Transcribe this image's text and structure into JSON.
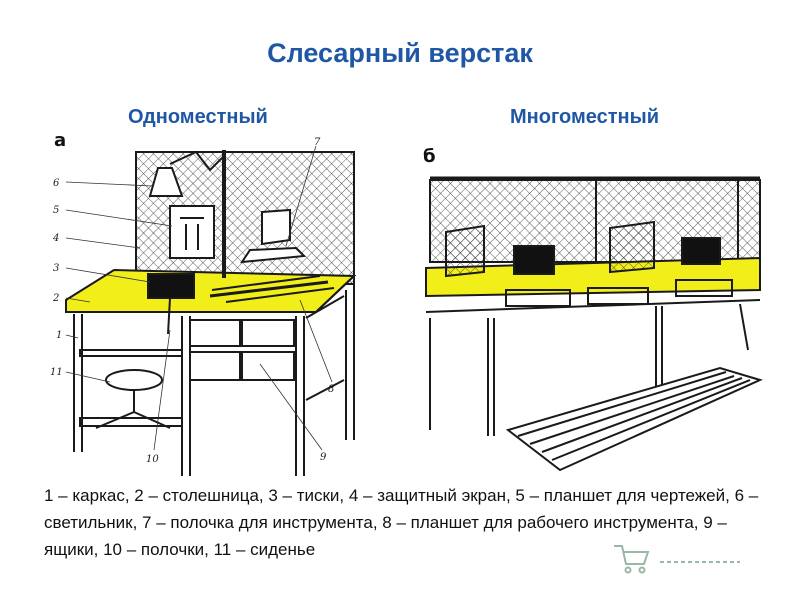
{
  "title": "Слесарный верстак",
  "left_panel": {
    "heading": "Одноместный",
    "letter": "а"
  },
  "right_panel": {
    "heading": "Многоместный",
    "letter": "б"
  },
  "callouts": [
    "1",
    "2",
    "3",
    "4",
    "5",
    "6",
    "7",
    "8",
    "9",
    "10",
    "11"
  ],
  "caption": "1 – каркас, 2 – столешница, 3 – тиски, 4 – защитный экран, 5 – планшет для чертежей, 6 – светильник, 7 – полочка для инструмента, 8 – планшет для рабочего инструмента, 9 – ящики, 10 – полочки, 11 – сиденье",
  "colors": {
    "title": "#1f57a5",
    "tabletop": "#f2ee1a",
    "line": "#1a1a1a"
  }
}
